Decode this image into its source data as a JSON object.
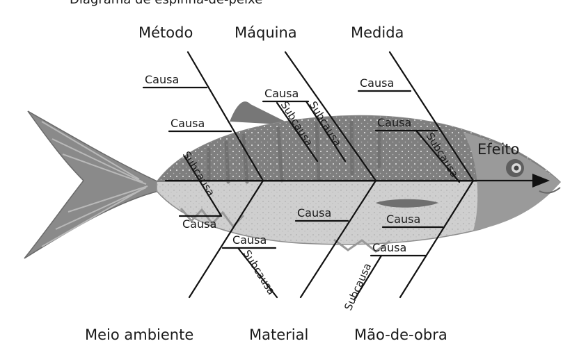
{
  "header_fragment": "Diagrama de espinha-de-peixe",
  "effect_label": "Efeito",
  "categories_top": [
    "Método",
    "Máquina",
    "Medida"
  ],
  "categories_bottom": [
    "Meio ambiente",
    "Material",
    "Mão-de-obra"
  ],
  "cause_label": "Causa",
  "subcause_label": "Subcausa",
  "colors": {
    "line": "#111111",
    "fish_dark": "#6e6e6e",
    "fish_mid": "#9b9b9b",
    "fish_light": "#cfcfcf",
    "background": "#ffffff"
  }
}
